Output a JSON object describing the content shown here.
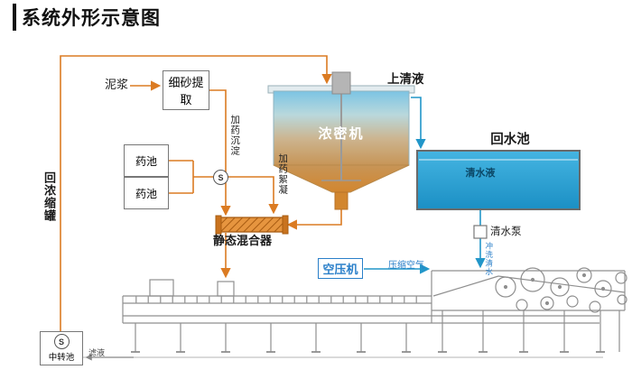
{
  "title": "系统外形示意图",
  "labels": {
    "mud": "泥浆",
    "sand_extraction": "细砂提取",
    "supernatant": "上清液",
    "thickener": "浓密机",
    "return_pool": "回水池",
    "clear_water": "清水液",
    "chem_pool_top": "药池",
    "chem_pool_bottom": "药池",
    "dosing_sedimentation": "加药沉淀",
    "dosing_flocculation": "加药絮凝",
    "static_mixer": "静态混合器",
    "return_concentrator": "回浓缩罐",
    "clear_water_pump": "清水泵",
    "flush_water": "冲洗清水",
    "air_compressor": "空压机",
    "compressed_air": "压缩空气",
    "transfer_pool": "中转池",
    "filtrate": "滤液"
  },
  "icons": {
    "pump": "S"
  },
  "colors": {
    "flow_orange": "#db7b22",
    "flow_blue": "#2196c9",
    "pool_fill_top": "#45b5e2",
    "pool_fill_bottom": "#1b8fc4",
    "tank_top": "#7cc4e4",
    "tank_bottom": "#c79557",
    "machine_gray": "#8f8f8f",
    "accent_blue_text": "#2a7fc9"
  }
}
